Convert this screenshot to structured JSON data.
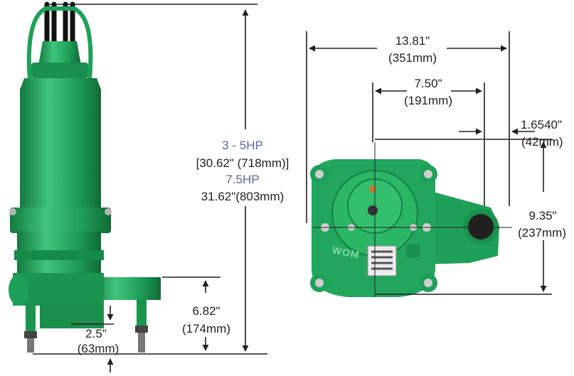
{
  "colors": {
    "pump_green": "#1fa05a",
    "pump_green_dark": "#137a3f",
    "pump_green_light": "#3fc47a",
    "hp_label_blue": "#5b6aa6",
    "dimension_line": "#231f20"
  },
  "side_view": {
    "height": {
      "hp_a": "3 - 5HP",
      "dim_a": "[30.62\" (718mm)]",
      "hp_b": "7.5HP",
      "dim_b": "31.62\"(803mm)"
    },
    "discharge_height": {
      "inch": "6.82\"",
      "mm": "(174mm)"
    },
    "base_offset": {
      "inch": "2.5\"",
      "mm": "(63mm)"
    }
  },
  "top_view": {
    "overall_width": {
      "inch": "13.81\"",
      "mm": "(351mm)"
    },
    "center_to_discharge": {
      "inch": "7.50\"",
      "mm": "(191mm)"
    },
    "discharge_offset": {
      "inch": "1.6540\"",
      "mm": "(42mm)"
    },
    "depth": {
      "inch": "9.35\"",
      "mm": "(237mm)"
    },
    "logo_text": "WOM"
  }
}
